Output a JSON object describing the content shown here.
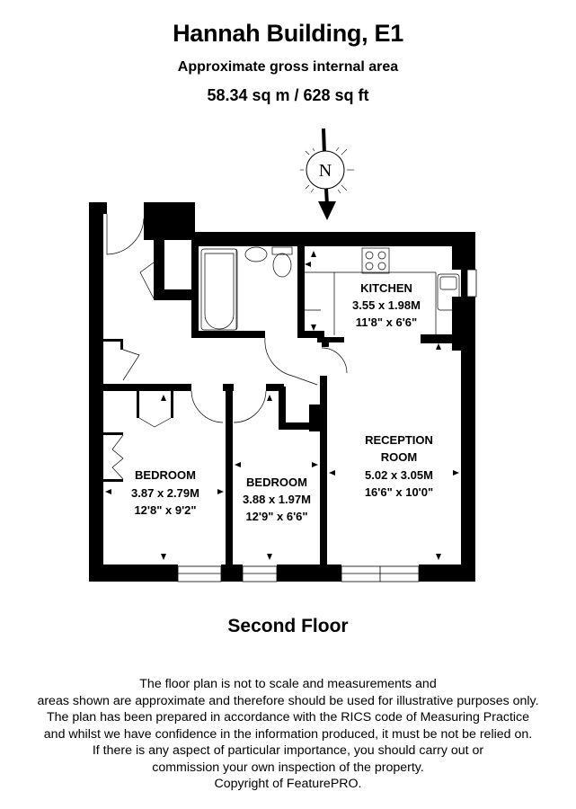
{
  "header": {
    "title": "Hannah Building, E1",
    "subtitle": "Approximate gross internal area",
    "area": "58.34 sq m /  628 sq ft"
  },
  "compass": {
    "letter": "N",
    "icon": "north-arrow-icon"
  },
  "rooms": {
    "kitchen": {
      "name": "KITCHEN",
      "metric": "3.55 x 1.98M",
      "imperial": "11'8\" x 6'6\""
    },
    "reception": {
      "name_line1": "RECEPTION",
      "name_line2": "ROOM",
      "metric": "5.02 x 3.05M",
      "imperial": "16'6\" x 10'0\""
    },
    "bedroom1": {
      "name": "BEDROOM",
      "metric": "3.87 x 2.79M",
      "imperial": "12'8\" x 9'2\""
    },
    "bedroom2": {
      "name": "BEDROOM",
      "metric": "3.88 x 1.97M",
      "imperial": "12'9\" x 6'6\""
    }
  },
  "floor_label": "Second Floor",
  "disclaimer": [
    "The floor plan is not to scale and measurements and",
    "areas shown are approximate and therefore should be used for illustrative purposes only.",
    "The plan has been prepared in accordance with the RICS code of Measuring Practice",
    "and whilst we have confidence in the information produced, it must be not be relied on.",
    "If there is any aspect of particular importance, you should carry out or",
    "commission your own inspection of the property.",
    "Copyright of FeaturePRO."
  ]
}
